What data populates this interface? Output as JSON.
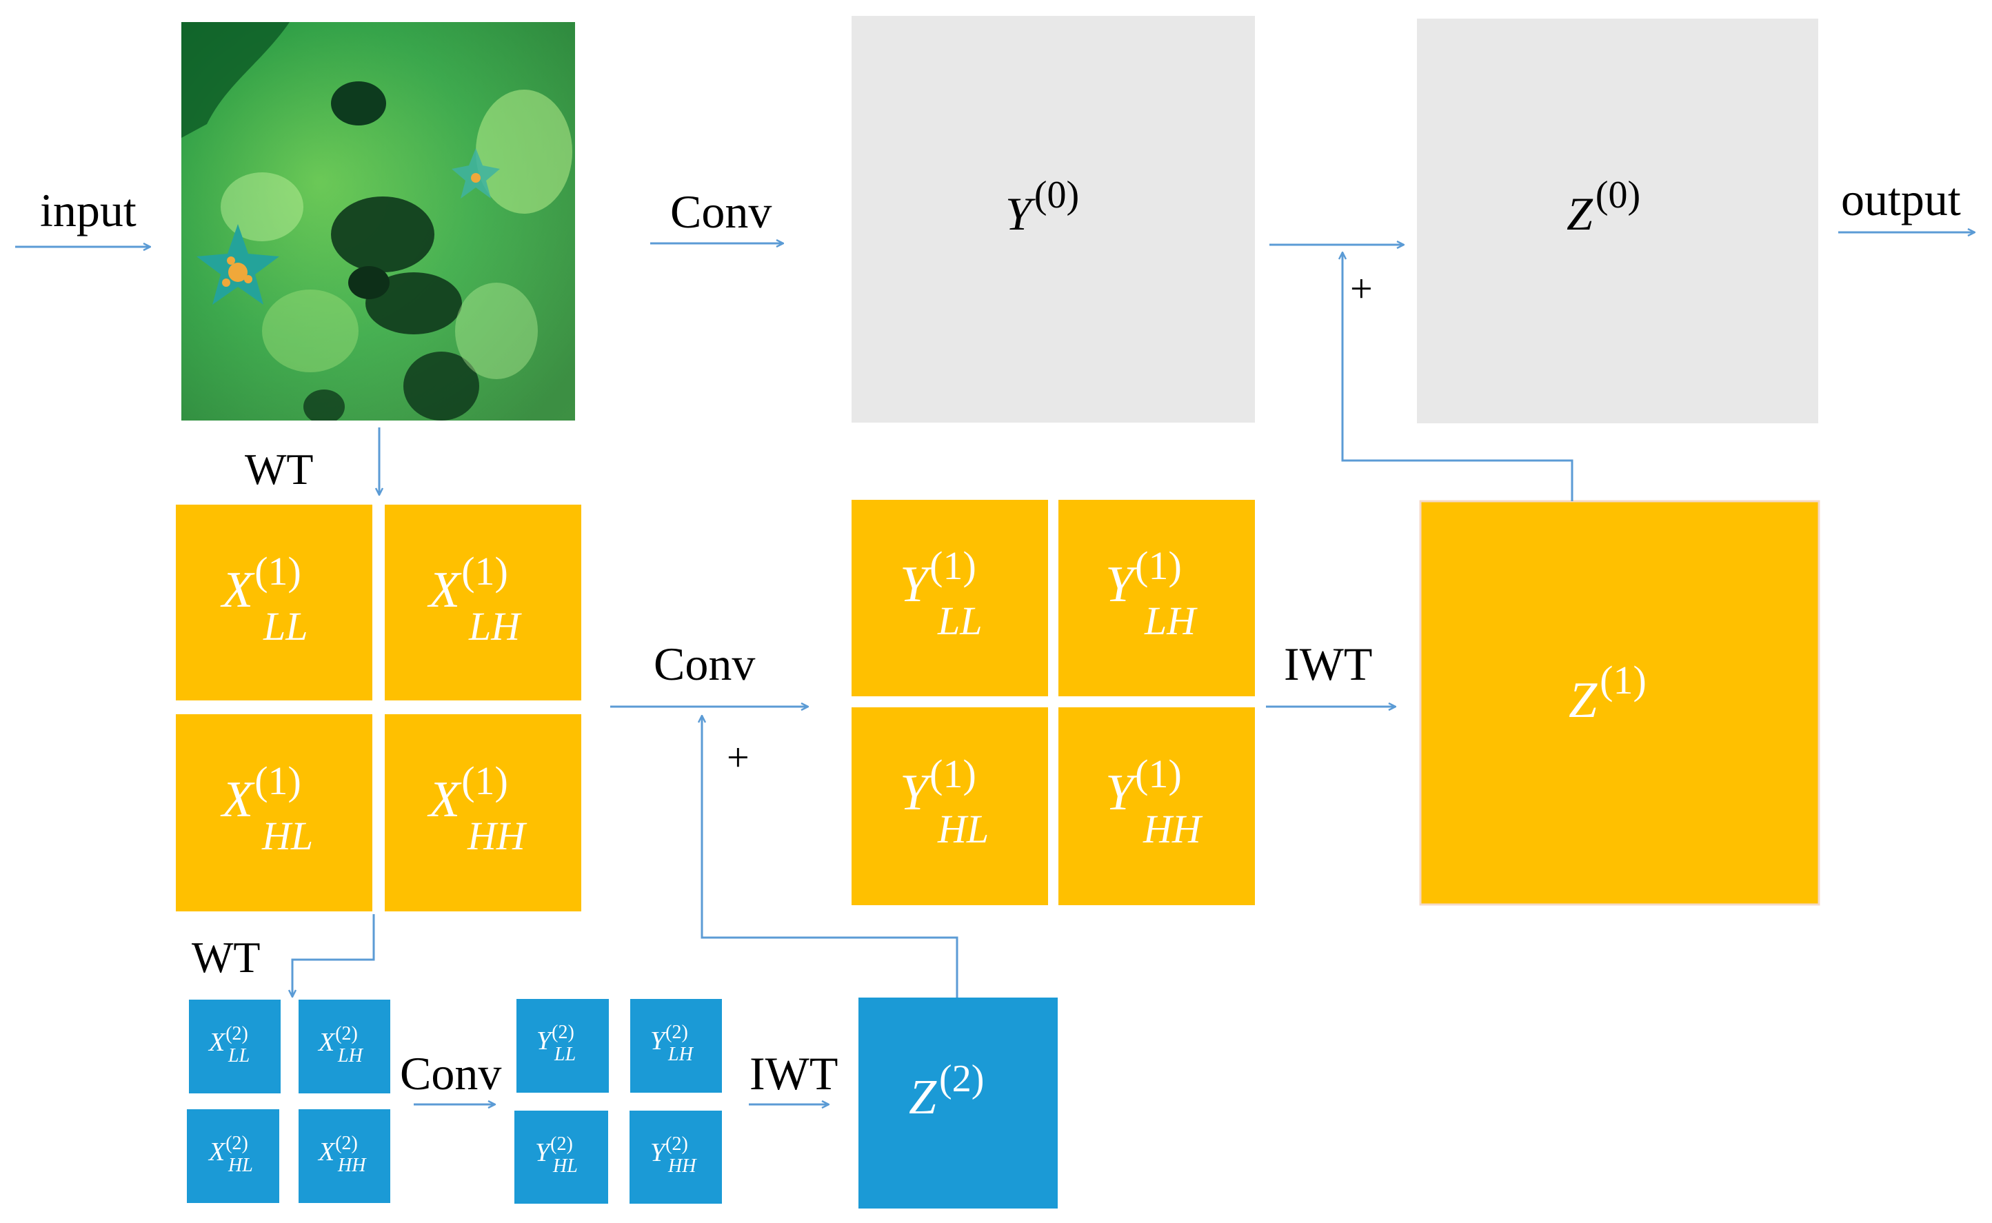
{
  "labels": {
    "input": "input",
    "output": "output",
    "wt": "WT",
    "iwt": "IWT",
    "conv": "Conv",
    "plus": "+"
  },
  "level0": {
    "y": {
      "sym": "Y",
      "sup": "(0)"
    },
    "z": {
      "sym": "Z",
      "sup": "(0)"
    }
  },
  "level1": {
    "x": [
      {
        "sym": "X",
        "sup": "(1)",
        "sub": "LL"
      },
      {
        "sym": "X",
        "sup": "(1)",
        "sub": "LH"
      },
      {
        "sym": "X",
        "sup": "(1)",
        "sub": "HL"
      },
      {
        "sym": "X",
        "sup": "(1)",
        "sub": "HH"
      }
    ],
    "y": [
      {
        "sym": "Y",
        "sup": "(1)",
        "sub": "LL"
      },
      {
        "sym": "Y",
        "sup": "(1)",
        "sub": "LH"
      },
      {
        "sym": "Y",
        "sup": "(1)",
        "sub": "HL"
      },
      {
        "sym": "Y",
        "sup": "(1)",
        "sub": "HH"
      }
    ],
    "z": {
      "sym": "Z",
      "sup": "(1)"
    }
  },
  "level2": {
    "x": [
      {
        "sym": "X",
        "sup": "(2)",
        "sub": "LL"
      },
      {
        "sym": "X",
        "sup": "(2)",
        "sub": "LH"
      },
      {
        "sym": "X",
        "sup": "(2)",
        "sub": "HL"
      },
      {
        "sym": "X",
        "sup": "(2)",
        "sub": "HH"
      }
    ],
    "y": [
      {
        "sym": "Y",
        "sup": "(2)",
        "sub": "LL"
      },
      {
        "sym": "Y",
        "sup": "(2)",
        "sub": "LH"
      },
      {
        "sym": "Y",
        "sup": "(2)",
        "sub": "HL"
      },
      {
        "sym": "Y",
        "sup": "(2)",
        "sub": "HH"
      }
    ],
    "z": {
      "sym": "Z",
      "sup": "(2)"
    }
  },
  "colors": {
    "orange": "#FFC000",
    "blue": "#1B9AD6",
    "gray": "#E8E8E8",
    "arrow": "#5B9BD5"
  }
}
